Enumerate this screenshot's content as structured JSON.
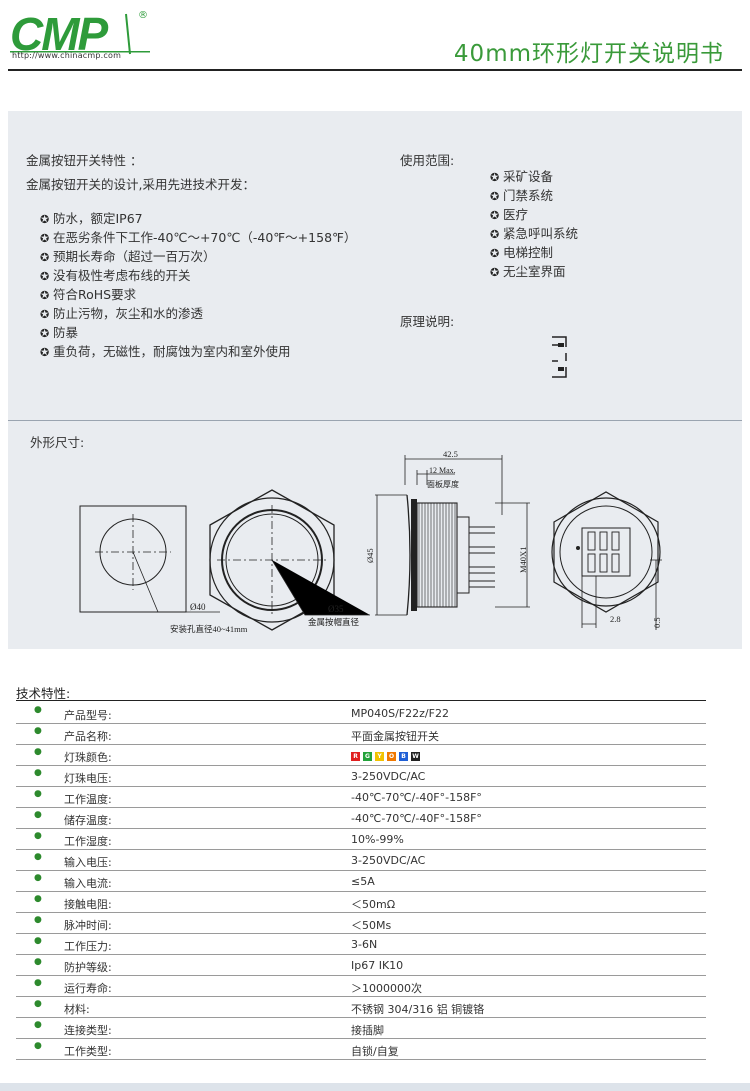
{
  "header": {
    "logo_text": "CMP",
    "logo_mark": "®",
    "logo_url": "http://www.chinacmp.com",
    "title": "40mm环形灯开关说明书"
  },
  "features": {
    "heading": "金属按钮开关特性 ：",
    "intro": "金属按钮开关的设计,采用先进技术开发：",
    "items": [
      "防水，额定IP67",
      "在恶劣条件下工作-40℃～+70℃（-40℉～+158℉）",
      "预期长寿命（超过一百万次）",
      "没有极性考虑布线的开关",
      "符合RoHS要求",
      "防止污物，灰尘和水的渗透",
      "防暴",
      "重负荷，无磁性，耐腐蚀为室内和室外使用"
    ]
  },
  "usage": {
    "heading": "使用范围:",
    "items": [
      "采矿设备",
      "门禁系统",
      "医疗",
      "紧急呼叫系统",
      "电梯控制",
      "无尘室界面"
    ]
  },
  "principle": {
    "heading": "原理说明:"
  },
  "dimensions": {
    "heading": "外形尺寸:",
    "labels": {
      "d40": "Ø40",
      "hole": "安装孔直径40~41mm",
      "d35": "Ø35",
      "button_dia": "金属按帽直径",
      "w425": "42.5",
      "max12": "12 Max.",
      "panel_thick": "面板厚度",
      "d45": "Ø45",
      "m40": "M40X1",
      "w28": "2.8",
      "w05": "0.5"
    }
  },
  "specs": {
    "heading": "技术特性:",
    "colors": [
      {
        "letter": "R",
        "color": "#e02020"
      },
      {
        "letter": "G",
        "color": "#23a23a"
      },
      {
        "letter": "Y",
        "color": "#f2c200"
      },
      {
        "letter": "O",
        "color": "#f07800"
      },
      {
        "letter": "B",
        "color": "#1f5fd6"
      },
      {
        "letter": "W",
        "color": "#222222"
      }
    ],
    "rows": [
      {
        "label": "产品型号:",
        "value": "MP040S/F22z/F22"
      },
      {
        "label": "产品名称:",
        "value": "平面金属按钮开关"
      },
      {
        "label": "灯珠颜色:",
        "value": ""
      },
      {
        "label": "灯珠电压:",
        "value": "3-250VDC/AC"
      },
      {
        "label": "工作温度:",
        "value": "-40℃-70℃/-40F°-158F°"
      },
      {
        "label": "储存温度:",
        "value": "-40℃-70℃/-40F°-158F°"
      },
      {
        "label": "工作湿度:",
        "value": "10%-99%"
      },
      {
        "label": "输入电压:",
        "value": "3-250VDC/AC"
      },
      {
        "label": "输入电流:",
        "value": "≤5A"
      },
      {
        "label": "接触电阻:",
        "value": "＜50mΩ"
      },
      {
        "label": "脉冲时间:",
        "value": "＜50Ms"
      },
      {
        "label": "工作压力:",
        "value": "3-6N"
      },
      {
        "label": "防护等级:",
        "value": "Ip67 IK10"
      },
      {
        "label": "运行寿命:",
        "value": "＞1000000次"
      },
      {
        "label": "材料:",
        "value": "不锈钢 304/316  铝  铜镀铬"
      },
      {
        "label": "连接类型:",
        "value": "接插脚"
      },
      {
        "label": "工作类型:",
        "value": "自锁/自复"
      }
    ]
  }
}
